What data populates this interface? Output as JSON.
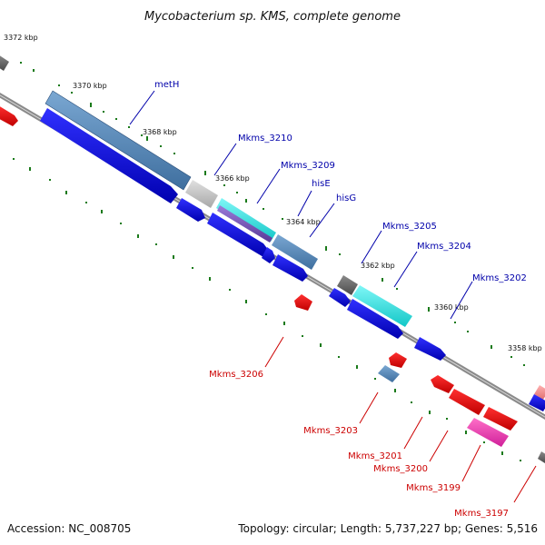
{
  "header": {
    "title": "Mycobacterium sp. KMS, complete genome"
  },
  "footer": {
    "accession": "Accession: NC_008705",
    "summary": "Topology: circular; Length: 5,737,227 bp; Genes: 5,516"
  },
  "colors": {
    "forward_label": "#0000aa",
    "reverse_label": "#cc0000",
    "tick": "#1a7a1a",
    "backbone": "#8a8a8a"
  },
  "ticks": [
    "3372 kbp",
    "3370 kbp",
    "3368 kbp",
    "3366 kbp",
    "3364 kbp",
    "3362 kbp",
    "3360 kbp",
    "3358 kbp"
  ],
  "forward_labels": [
    "metH",
    "Mkms_3210",
    "Mkms_3209",
    "hisE",
    "hisG",
    "Mkms_3205",
    "Mkms_3204",
    "Mkms_3202"
  ],
  "reverse_labels": [
    "Mkms_3206",
    "Mkms_3203",
    "Mkms_3201",
    "Mkms_3200",
    "Mkms_3199",
    "Mkms_3197"
  ]
}
